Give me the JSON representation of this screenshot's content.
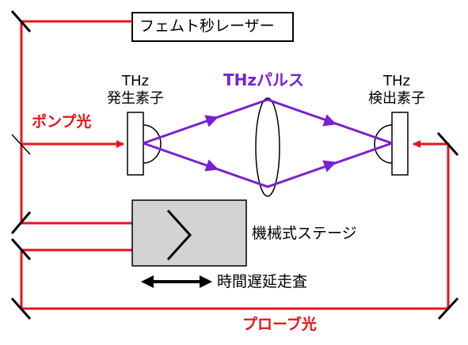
{
  "laser": {
    "label": "フェムト秒レーザー"
  },
  "pump": {
    "label": "ポンプ光"
  },
  "probe": {
    "label": "プローブ光"
  },
  "pulse": {
    "label": "THzパルス"
  },
  "emitter": {
    "line1": "THz",
    "line2": "発生素子"
  },
  "detector": {
    "line1": "THz",
    "line2": "検出素子"
  },
  "stage": {
    "label": "機械式ステージ"
  },
  "scan": {
    "label": "時間遅延走査"
  },
  "colors": {
    "beam": "#e8141b",
    "thz": "#7a1fd1",
    "stage_fill": "#d3d3d3",
    "mirror": "#000000"
  }
}
